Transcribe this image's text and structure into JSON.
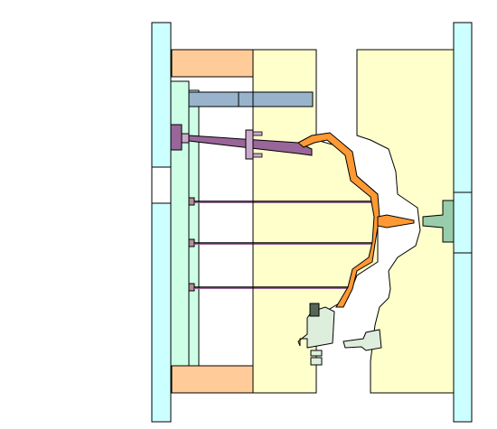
{
  "diagram": {
    "kind": "injection-mold-cross-section",
    "text_labels": [],
    "colors": {
      "background": "#ffffff",
      "clamp_plates": "#ccffff",
      "ejector_plates": "#ccffe6",
      "cavity_plates": "#ffffcc",
      "spacer_blocks": "#ffcc99",
      "guide_pin": "#99b3cc",
      "angled_pin": "#996699",
      "molded_part": "#ff9933",
      "sprue": "#ff9933",
      "nozzle_bushing": "#99ccaa",
      "slide_lifter": "#ddeedd",
      "outline": "#000000"
    },
    "components": [
      "fixed-clamp-plate",
      "moving-clamp-plate",
      "ejector-retainer-plate",
      "ejector-plate",
      "core-plate",
      "cavity-plate",
      "spacer-block-top",
      "spacer-block-bottom",
      "guide-pin",
      "angled-pin",
      "ejector-pin-1",
      "ejector-pin-2",
      "ejector-pin-3",
      "molded-part",
      "sprue",
      "sprue-bushing",
      "lifter",
      "slide-core"
    ]
  }
}
